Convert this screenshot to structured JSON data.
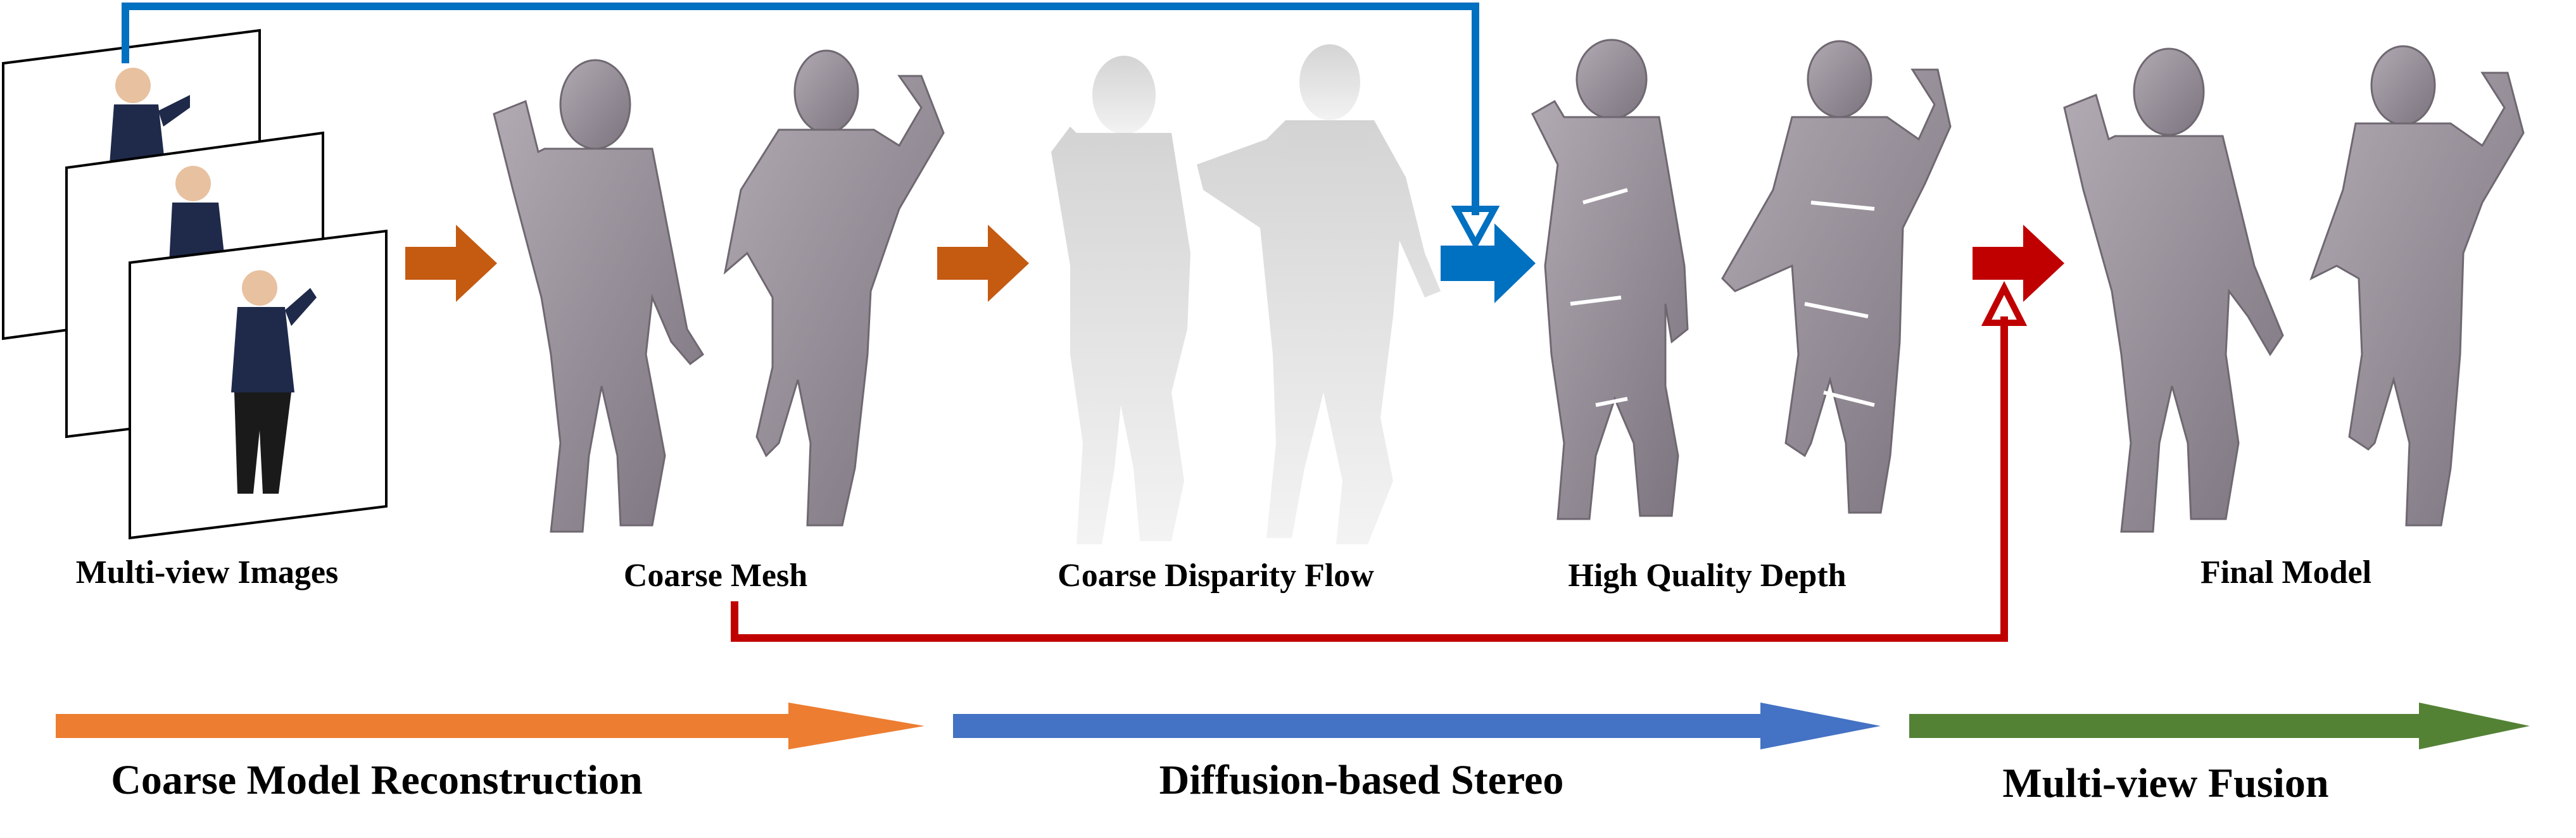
{
  "stages": [
    {
      "label": "Multi-view Images"
    },
    {
      "label": "Coarse Mesh"
    },
    {
      "label": "Coarse Disparity Flow"
    },
    {
      "label": "High Quality Depth"
    },
    {
      "label": "Final Model"
    }
  ],
  "phases": [
    {
      "label": "Coarse Model Reconstruction",
      "color": "#ED7D31"
    },
    {
      "label": "Diffusion-based Stereo",
      "color": "#4472C4"
    },
    {
      "label": "Multi-view Fusion",
      "color": "#548235"
    }
  ],
  "colors": {
    "orange_step": "#C55A11",
    "blue_step": "#0070C0",
    "red_step": "#C00000",
    "mesh": "#9a929c",
    "mesh_dark": "#6f6871",
    "disparity": "#d8d8d8",
    "jacket": "#1f2a4a",
    "pants": "#1a1a1a",
    "skin": "#e8c1a0"
  }
}
